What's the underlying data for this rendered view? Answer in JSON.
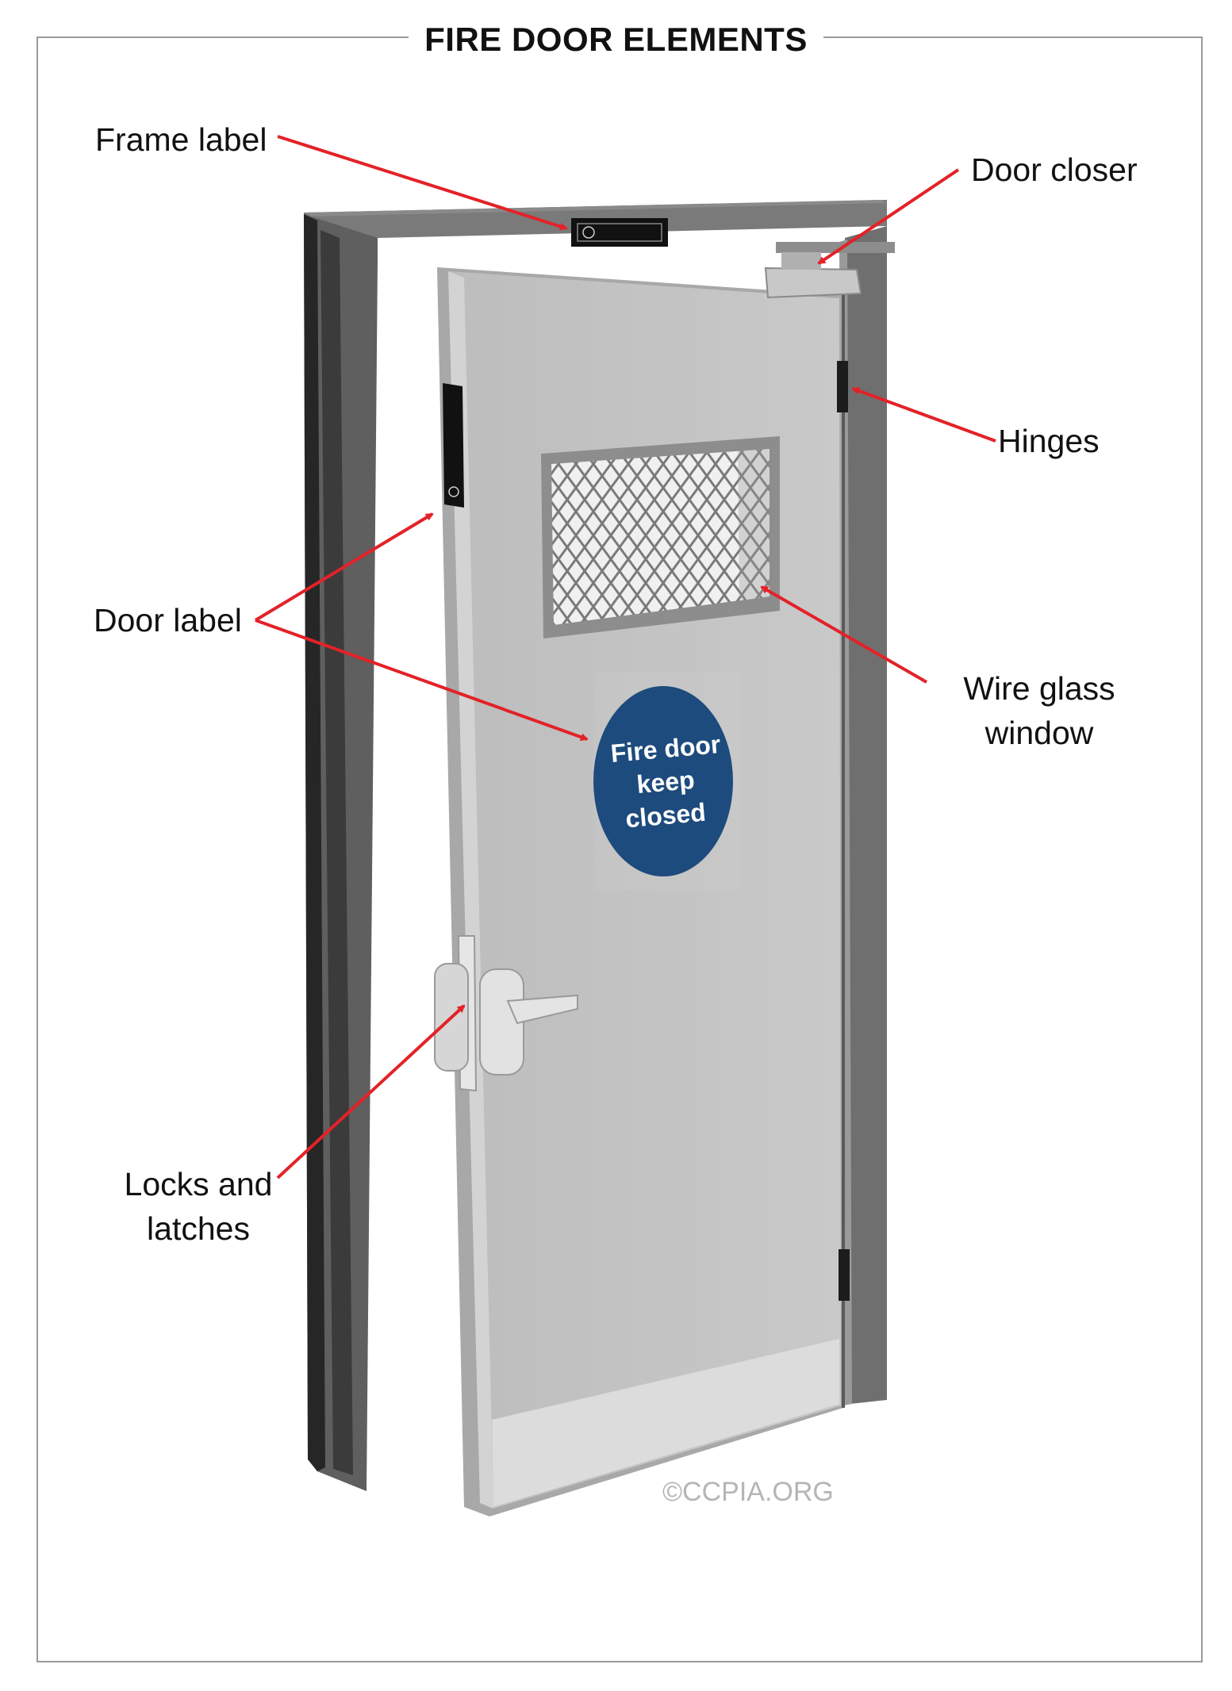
{
  "title": "FIRE DOOR ELEMENTS",
  "labels": {
    "frame_label": "Frame label",
    "door_closer": "Door closer",
    "hinges": "Hinges",
    "door_label": "Door label",
    "wire_glass_line1": "Wire glass",
    "wire_glass_line2": "window",
    "locks_line1": "Locks and",
    "locks_line2": "latches"
  },
  "sign": {
    "line1": "Fire door",
    "line2": "keep",
    "line3": "closed"
  },
  "copyright": "©CCPIA.ORG",
  "colors": {
    "arrow": "#e32228",
    "sign_blue": "#1e4b7d",
    "frame": "#6f6f6f",
    "door": "#c4c4c4"
  }
}
